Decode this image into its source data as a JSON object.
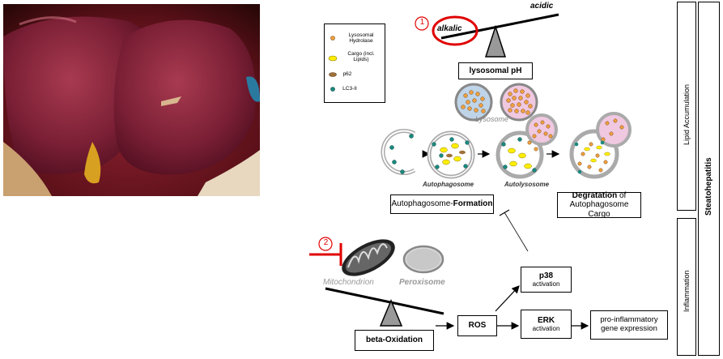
{
  "photo": {
    "description_icon": "liver-photo"
  },
  "legend": {
    "items": [
      {
        "label": "Lysosomal Hydrolase",
        "color": "#f0a040",
        "icon": "hydrolase-dot-icon"
      },
      {
        "label": "Cargo (incl. Lipids)",
        "color": "#ffee00",
        "icon": "cargo-ellipse-icon"
      },
      {
        "label": "p62",
        "color": "#a0703a",
        "icon": "p62-ellipse-icon"
      },
      {
        "label": "LC3-II",
        "color": "#1a8a80",
        "icon": "lc3-dot-icon"
      }
    ]
  },
  "balance_top": {
    "marker": "1",
    "left_label": "alkalic",
    "right_label": "acidic",
    "box_label": "lysosomal pH"
  },
  "stages": {
    "lysosome": "Lysosome",
    "autophagosome": "Autophagosome",
    "autolysosome": "Autolysosome"
  },
  "boxes": {
    "formation_prefix": "Autophagosome-",
    "formation_bold": "Formation",
    "degradation_bold": "Degratation",
    "degradation_rest": " of",
    "degradation_line2": "Autophagosome Cargo",
    "p38_title": "p38",
    "p38_sub": "activation",
    "erk_title": "ERK",
    "erk_sub": "activation",
    "ros": "ROS",
    "proinfl_line1": "pro-inflammatory",
    "proinfl_line2": "gene expression",
    "beta_ox": "beta-Oxidation"
  },
  "organelles": {
    "marker": "2",
    "mitochondrion": "Mitochondrion",
    "peroxisome": "Peroxisome"
  },
  "side": {
    "lipid": "Lipid Accumulation",
    "inflammation": "Inflammation",
    "steatohepatitis": "Steatohepatitis"
  },
  "colors": {
    "red": "#e00000",
    "gray": "#888888",
    "dark": "#333333"
  }
}
